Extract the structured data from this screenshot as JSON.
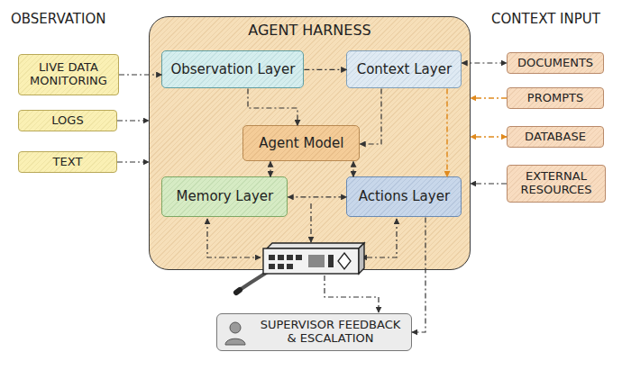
{
  "diagram": {
    "nodes": [
      {
        "text": [
          "AGENT HARNESS"
        ]
      },
      {
        "text": [
          "Observation Layer"
        ],
        "in": 0
      },
      {
        "text": [
          "Context Layer"
        ],
        "in": 0
      },
      {
        "text": [
          "Agent Model"
        ],
        "in": 0
      },
      {
        "text": [
          "Memory Layer"
        ],
        "in": 0
      },
      {
        "text": [
          "Actions Layer"
        ],
        "in": 0
      },
      {
        "text": [
          "LIVE DATA MONITORING"
        ]
      },
      {
        "text": [
          "LOGS"
        ]
      },
      {
        "text": [
          "TEXT"
        ]
      },
      {
        "text": [
          "DOCUMENTS"
        ]
      },
      {
        "text": [
          "PROMPTS"
        ]
      },
      {
        "text": [
          "DATABASE"
        ]
      },
      {
        "text": [
          "EXTERNAL RESOURCES"
        ]
      },
      {
        "text": [
          "SUPERVISOR FEEDBACK & ESCALATION"
        ]
      }
    ],
    "edges": [
      {
        "from": 6,
        "to": 1,
        "arrow": "to"
      },
      {
        "from": 7,
        "to": 0,
        "arrow": "to"
      },
      {
        "from": 8,
        "to": 0,
        "arrow": "to"
      },
      {
        "from": 1,
        "to": 2,
        "arrow": "to"
      },
      {
        "from": 1,
        "to": 3,
        "arrow": "to"
      },
      {
        "from": 2,
        "to": 3,
        "arrow": "to"
      },
      {
        "from": 2,
        "to": 5,
        "arrow": "to"
      },
      {
        "from": 2,
        "to": 9,
        "arrow": "both"
      },
      {
        "from": 10,
        "to": 0,
        "arrow": "to"
      },
      {
        "from": 11,
        "to": 0,
        "arrow": "both"
      },
      {
        "from": 12,
        "to": 0,
        "arrow": "to"
      },
      {
        "from": 3,
        "to": 4,
        "arrow": "both"
      },
      {
        "from": 3,
        "to": 5,
        "arrow": "both"
      },
      {
        "from": 4,
        "to": 5,
        "arrow": "both"
      },
      {
        "from": 5,
        "to": 13,
        "arrow": "to"
      }
    ],
    "labels": [
      "OBSERVATION",
      "CONTEXT INPUT"
    ]
  }
}
